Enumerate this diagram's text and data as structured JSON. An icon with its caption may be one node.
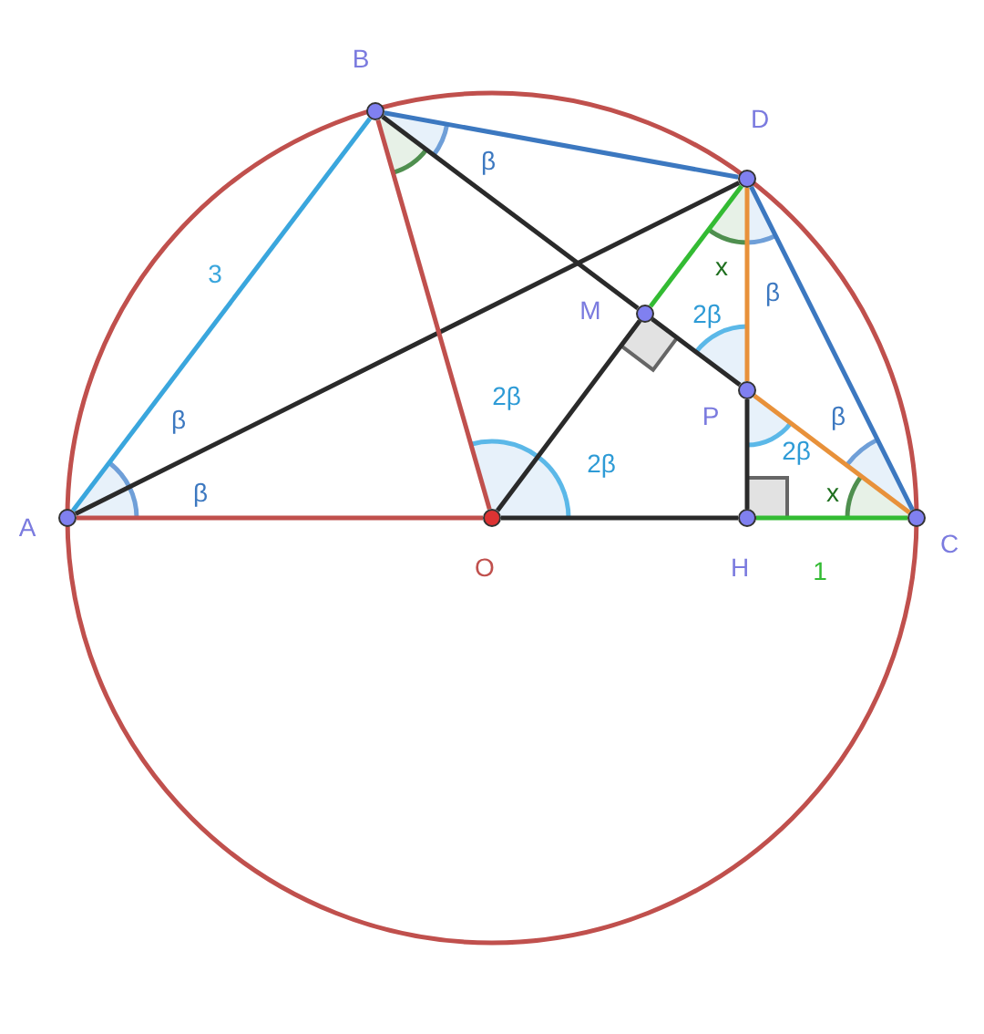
{
  "diagram": {
    "nodes": [
      {
        "text": [],
        "shape": "circle",
        "beside": [
          "A"
        ]
      },
      {
        "text": [],
        "shape": "circle",
        "beside": [
          "B"
        ]
      },
      {
        "text": [],
        "shape": "circle",
        "beside": [
          "D"
        ]
      },
      {
        "text": [],
        "shape": "circle",
        "beside": [
          "M"
        ]
      },
      {
        "text": [],
        "shape": "circle",
        "beside": [
          "P"
        ]
      },
      {
        "text": [],
        "shape": "circle",
        "beside": [
          "O"
        ]
      },
      {
        "text": [],
        "shape": "circle",
        "beside": [
          "H"
        ]
      },
      {
        "text": [],
        "shape": "circle",
        "beside": [
          "C"
        ]
      }
    ],
    "edges": [
      {
        "from": 0,
        "to": 1,
        "arrow": "none",
        "label": "3",
        "color": "#3aa6dd"
      },
      {
        "from": 0,
        "to": 2,
        "arrow": "none"
      },
      {
        "from": 0,
        "to": 5,
        "arrow": "none",
        "color": "#c0504d"
      },
      {
        "from": 1,
        "to": 5,
        "arrow": "none",
        "color": "#c0504d"
      },
      {
        "from": 1,
        "to": 2,
        "arrow": "none",
        "color": "#3c78c0"
      },
      {
        "from": 1,
        "to": 3,
        "arrow": "none"
      },
      {
        "from": 3,
        "to": 4,
        "arrow": "none"
      },
      {
        "from": 2,
        "to": 3,
        "arrow": "none",
        "color": "#33bb33"
      },
      {
        "from": 2,
        "to": 4,
        "arrow": "none",
        "color": "#e8913a"
      },
      {
        "from": 2,
        "to": 7,
        "arrow": "none",
        "color": "#3c78c0"
      },
      {
        "from": 5,
        "to": 3,
        "arrow": "none"
      },
      {
        "from": 4,
        "to": 6,
        "arrow": "none"
      },
      {
        "from": 5,
        "to": 6,
        "arrow": "none"
      },
      {
        "from": 6,
        "to": 7,
        "arrow": "none",
        "label": "1",
        "color": "#33bb33"
      },
      {
        "from": 4,
        "to": 7,
        "arrow": "none",
        "color": "#e8913a"
      }
    ],
    "labels": [
      "β",
      "x",
      "β",
      "2β",
      "2β",
      "β",
      "2β",
      "β",
      "2β",
      "β",
      "x"
    ]
  }
}
